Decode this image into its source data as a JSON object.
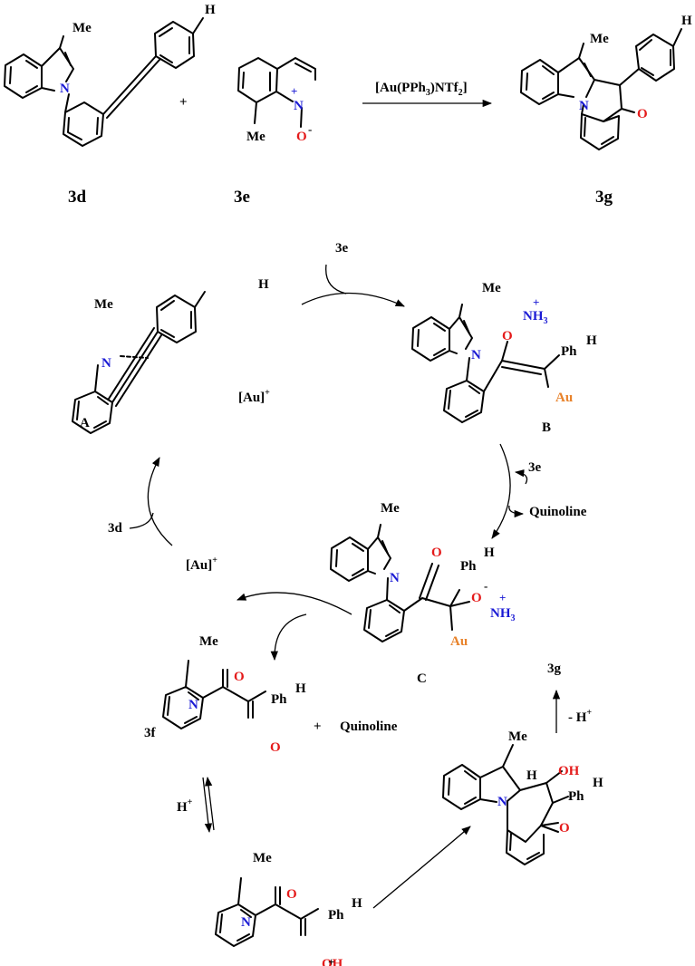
{
  "atoms": {
    "me": "Me",
    "h": "H",
    "n": "N",
    "o": "O",
    "o_minus": "O",
    "minus": "-",
    "plus": "+",
    "nh3_n": "NH",
    "nh3_sub": "3",
    "nh3_plus": "+",
    "ph": "Ph",
    "au": "Au",
    "oh": "OH",
    "au_cplx_open": "[Au]",
    "au_cplx_plus": "+"
  },
  "reaction": {
    "plus_sign": "+",
    "catalyst_pre": "[Au(PPh",
    "catalyst_sub": "3",
    "catalyst_mid": ")NTf",
    "catalyst_sub2": "2",
    "catalyst_post": "]",
    "label_3d": "3d",
    "label_3e": "3e",
    "label_3g": "3g"
  },
  "cycle": {
    "label_A": "A",
    "label_B": "B",
    "label_C": "C",
    "label_3f": "3f",
    "reagent_3e_top": "3e",
    "reagent_3e_right": "3e",
    "quinoline_release": "Quinoline",
    "reagent_3d": "3d",
    "catalyst_bracket_open": "[",
    "catalyst_au": "Au",
    "catalyst_bracket_close": "]",
    "catalyst_plus": "+",
    "plus_sign": "+",
    "quinoline_product": "Quinoline",
    "proton": "H",
    "proton_plus": "+",
    "deprotonation": "- H",
    "deprotonation_plus": "+",
    "product_3g": "3g"
  }
}
